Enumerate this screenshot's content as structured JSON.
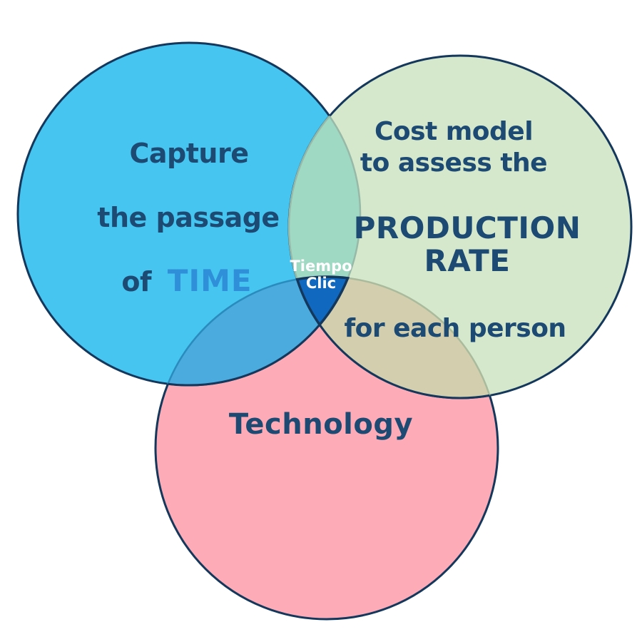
{
  "diagram": {
    "type": "venn",
    "colors": {
      "background": "#ffffff",
      "outline": "#14375c",
      "time_circle": "#47c5f1",
      "cost_circle": "#d6e8cc",
      "technology_circle": "#fdabb6",
      "time_cost_overlap": "#9fd9c4",
      "time_technology_overlap": "#4baade",
      "cost_technology_overlap": "#d3cfae",
      "center_overlap": "#1069be",
      "text_navy": "#1c4a73",
      "time_highlight": "#2f8fd8",
      "center_text": "#ffffff",
      "muted_arc_teal": "#97b9a7",
      "muted_arc_blue": "#2a8cbe",
      "muted_arc_sage": "#a9bb9c"
    },
    "labels": {
      "time": {
        "line1": "Capture",
        "line2": "the passage",
        "line3_prefix": "of",
        "line3_highlight": "TIME"
      },
      "cost": {
        "line1": "Cost model",
        "line2": "to assess the",
        "line3": "PRODUCTION",
        "line4": "RATE",
        "line5": "for each person"
      },
      "technology": {
        "line1": "Technology"
      },
      "center": {
        "line1": "Tiempo",
        "line2": "Clic"
      }
    }
  }
}
